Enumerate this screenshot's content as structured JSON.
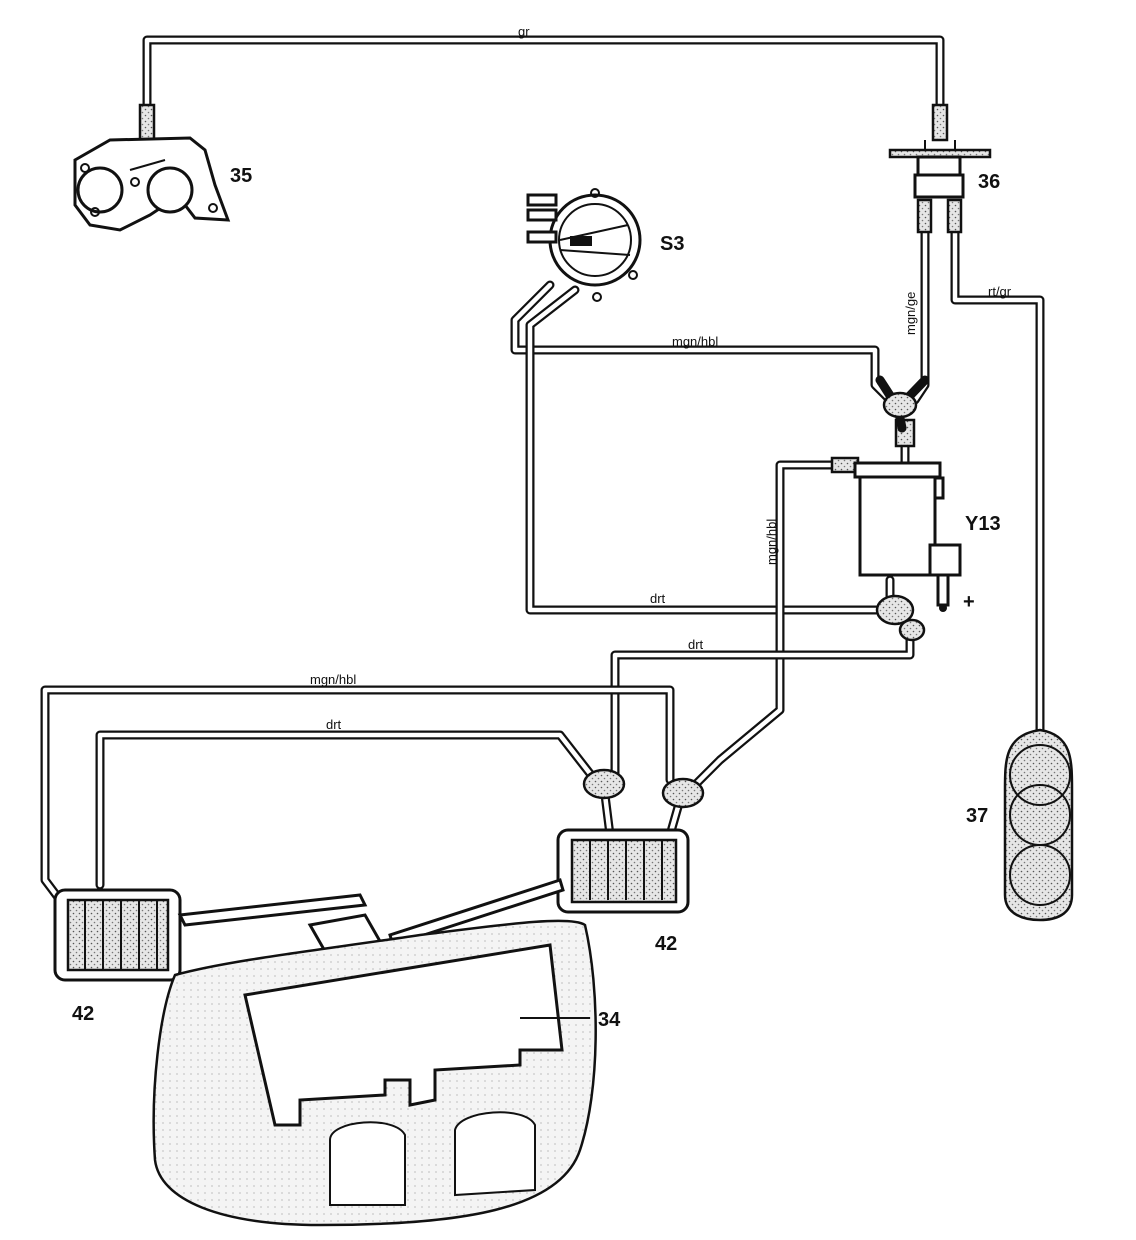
{
  "callouts": {
    "c35": "35",
    "c36": "36",
    "cS3": "S3",
    "cY13": "Y13",
    "c37": "37",
    "c42_right": "42",
    "c42_left": "42",
    "c34": "34",
    "plus": "+"
  },
  "hose_labels": {
    "gr": "gr",
    "mgn_ge": "mgn/ge",
    "rt_gr": "rt/gr",
    "mgn_hbl_top": "mgn/hbl",
    "mgn_hbl_vertical": "mgn/hbl",
    "drt_upper": "drt",
    "drt_middle": "drt",
    "mgn_hbl_left": "mgn/hbl",
    "drt_left": "drt"
  }
}
